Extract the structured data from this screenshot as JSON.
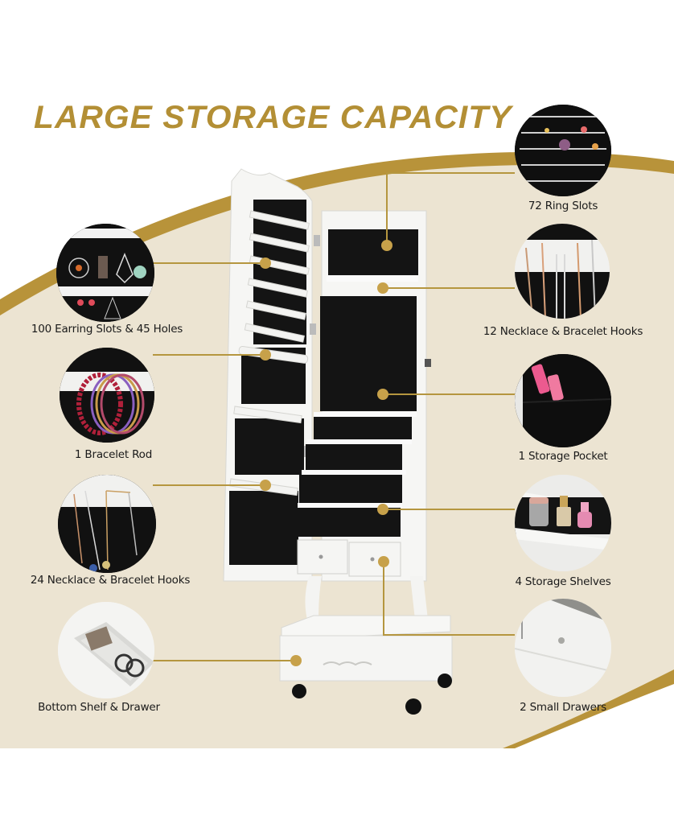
{
  "page": {
    "title": "LARGE STORAGE CAPACITY",
    "colors": {
      "gold": "#b38f35",
      "gold_band": "#b8933a",
      "cream": "#ece4d2",
      "connector": "#b5963f",
      "dot": "#c7a14a",
      "label_text": "#1a1a1a",
      "velvet": "#111111",
      "cabinet_white": "#f6f6f4"
    }
  },
  "features": {
    "left": [
      {
        "id": "earring-slots",
        "label": "100 Earring Slots & 45 Holes",
        "icon": "earring-icon"
      },
      {
        "id": "bracelet-rod",
        "label": "1 Bracelet Rod",
        "icon": "bracelet-icon"
      },
      {
        "id": "necklace-hooks-24",
        "label": "24 Necklace & Bracelet Hooks",
        "icon": "necklace-icon"
      },
      {
        "id": "bottom-drawer",
        "label": "Bottom Shelf & Drawer",
        "icon": "drawer-icon"
      }
    ],
    "right": [
      {
        "id": "ring-slots",
        "label": "72 Ring Slots",
        "icon": "ring-icon"
      },
      {
        "id": "necklace-hooks-12",
        "label": "12 Necklace & Bracelet Hooks",
        "icon": "necklace-icon"
      },
      {
        "id": "storage-pocket",
        "label": "1 Storage Pocket",
        "icon": "pocket-icon"
      },
      {
        "id": "storage-shelves",
        "label": "4 Storage Shelves",
        "icon": "shelf-icon"
      },
      {
        "id": "small-drawers",
        "label": "2 Small Drawers",
        "icon": "drawer-icon"
      }
    ]
  }
}
